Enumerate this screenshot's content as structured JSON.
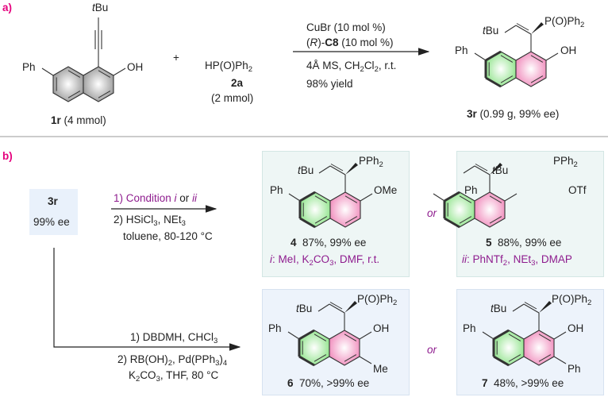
{
  "part_a": {
    "label": "a)",
    "sm": {
      "tbu_t": "t",
      "tbu_bu": "Bu",
      "ph": "Ph",
      "oh": "OH",
      "id": "1r",
      "amount": "(4 mmol)"
    },
    "plus": "+",
    "reagent": {
      "formula": "HP(O)Ph",
      "formula_sub": "2",
      "id": "2a",
      "amount": "(2 mmol)"
    },
    "conditions": {
      "line1": "CuBr (10 mol %)",
      "line2_r": "R",
      "line2_pre": "(",
      "line2_mid": ")-",
      "line2_cat": "C8",
      "line2_post": " (10 mol %)",
      "line3_pre": "4Å MS, CH",
      "line3_sub1": "2",
      "line3_mid": "Cl",
      "line3_sub2": "2",
      "line3_post": ", r.t.",
      "line4": "98% yield"
    },
    "product": {
      "tbu_t": "t",
      "tbu_bu": "Bu",
      "p": "P(O)Ph",
      "p_sub": "2",
      "ph": "Ph",
      "oh": "OH",
      "id": "3r",
      "info": "(0.99 g, 99% ee)"
    }
  },
  "part_b": {
    "label": "b)",
    "start": {
      "id": "3r",
      "ee": "99% ee"
    },
    "route1": {
      "step1_pre": "1) Condition ",
      "step1_i": "i",
      "step1_or": " or ",
      "step1_ii": "ii",
      "step2_pre": "2) HSiCl",
      "step2_sub": "3",
      "step2_post": ", NEt",
      "step2_sub2": "3",
      "step3": "toluene, 80-120 °C"
    },
    "route2": {
      "step1_pre": "1) DBDMH, CHCl",
      "step1_sub": "3",
      "step2_pre": "2) RB(OH)",
      "step2_sub": "2",
      "step2_mid": ", Pd(PPh",
      "step2_sub2": "3",
      "step2_post": ")",
      "step2_sub3": "4",
      "step3_pre": "K",
      "step3_sub": "2",
      "step3_mid": "CO",
      "step3_sub2": "3",
      "step3_post": ", THF, 80 °C"
    },
    "or_label": "or",
    "products": [
      {
        "id": "4",
        "result": "87%, 99% ee",
        "tbu_t": "t",
        "tbu_bu": "Bu",
        "p": "PPh",
        "p_sub": "2",
        "ph": "Ph",
        "r2": "OMe",
        "cond_tag": "i",
        "cond_pre": ": MeI, K",
        "cond_sub": "2",
        "cond_mid": "CO",
        "cond_sub2": "3",
        "cond_post": ", DMF, r.t."
      },
      {
        "id": "5",
        "result": "88%, 99% ee",
        "tbu_t": "t",
        "tbu_bu": "Bu",
        "p": "PPh",
        "p_sub": "2",
        "ph": "Ph",
        "r2": "OTf",
        "cond_tag": "ii",
        "cond_pre": ": PhNTf",
        "cond_sub": "2",
        "cond_mid": ", NEt",
        "cond_sub2": "3",
        "cond_post": ", DMAP"
      },
      {
        "id": "6",
        "result": "70%, >99% ee",
        "tbu_t": "t",
        "tbu_bu": "Bu",
        "p": "P(O)Ph",
        "p_sub": "2",
        "ph": "Ph",
        "r2": "OH",
        "r3": "Me"
      },
      {
        "id": "7",
        "result": "48%, >99% ee",
        "tbu_t": "t",
        "tbu_bu": "Bu",
        "p": "P(O)Ph",
        "p_sub": "2",
        "ph": "Ph",
        "r2": "OH",
        "r3": "Ph"
      }
    ]
  },
  "colors": {
    "label": "#e5007d",
    "condition": "#8e1c8e",
    "green_ring": "#b8f0b0",
    "pink_ring": "#f6b4d2",
    "box_teal": "#eef6f5",
    "box_blue": "#edf3fb"
  }
}
